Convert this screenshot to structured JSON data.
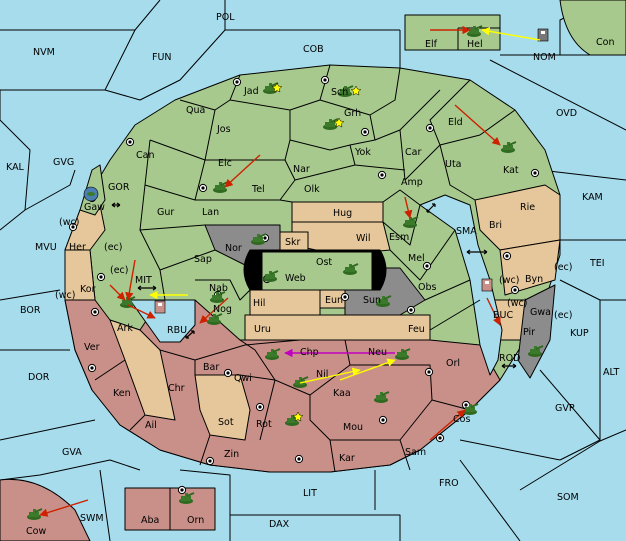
{
  "colors": {
    "sea": "#a6dcec",
    "power_green": "#a7c98e",
    "neutral_tan": "#e6c79b",
    "power_rose": "#c99089",
    "impassable_grey": "#8c8c8c",
    "move_order": "#cc2200",
    "support_order": "#ffff00",
    "convoy_order": "#c000c0",
    "unit_green": "#3b7a2a",
    "unit_blue": "#4a7fb0",
    "unit_grey": "#777777"
  },
  "icons": [
    "fleet-icon",
    "army-icon",
    "supply-center-icon",
    "star-icon",
    "convoy-arrow-icon"
  ],
  "provinces": {
    "pol": "POL",
    "nvm": "NVM",
    "fun": "FUN",
    "cob": "COB",
    "elf": "Elf",
    "hel": "Hel",
    "nom": "NOM",
    "con": "Con",
    "jad": "Jad",
    "sch": "Sch",
    "qua": "Qua",
    "jos": "Jos",
    "grh": "Grh",
    "eld": "Eld",
    "ovd": "OVD",
    "kal": "KAL",
    "gvg": "GVG",
    "can": "Can",
    "yok": "Yok",
    "car": "Car",
    "uta": "Uta",
    "kat": "Kat",
    "elc": "Elc",
    "nar": "Nar",
    "gor": "GOR",
    "tel": "Tel",
    "olk": "Olk",
    "amp": "Amp",
    "kam": "KAM",
    "gaw": "Gaw",
    "gur": "Gur",
    "lan": "Lan",
    "hug": "Hug",
    "rie": "Rie",
    "bri": "Bri",
    "wc1": "(wc)",
    "ec1": "(ec)",
    "mvu": "MVU",
    "her": "Her",
    "nor": "Nor",
    "skr": "Skr",
    "wil": "Wil",
    "esm": "Esm",
    "sma": "SMA",
    "ec2": "(ec)",
    "sap": "Sap",
    "ost": "Ost",
    "web": "Web",
    "mel": "Mel",
    "tei": "TEI",
    "ec3": "(ec)",
    "wc2": "(wc)",
    "byn": "Byn",
    "ec4": "(ec)",
    "wc3": "(wc)",
    "kor": "Kor",
    "mit": "MIT",
    "nab": "Nab",
    "eun": "Eun",
    "sun": "Sun",
    "obs": "Obs",
    "bor": "BOR",
    "hil": "Hil",
    "gwa": "Gwa",
    "kup": "KUP",
    "ec5": "(ec)",
    "buc": "BUC",
    "ark": "Ark",
    "nog": "Nog",
    "rbu": "RBU",
    "pir": "Pir",
    "uru": "Uru",
    "feu": "Feu",
    "ver": "Ver",
    "chp": "Chp",
    "neu": "Neu",
    "rod": "ROD",
    "bar": "Bar",
    "qwi": "Qwi",
    "orl": "Orl",
    "dor": "DOR",
    "nil": "Nil",
    "alt": "ALT",
    "ken": "Ken",
    "chr": "Chr",
    "kaa": "Kaa",
    "gvp": "GVP",
    "ail": "Ail",
    "sot": "Sot",
    "rot": "Rot",
    "mou": "Mou",
    "cos": "Cos",
    "gva": "GVA",
    "zin": "Zin",
    "kar": "Kar",
    "sam": "Sam",
    "fro": "FRO",
    "lit": "LIT",
    "som": "SOM",
    "swm": "SWM",
    "aba": "Aba",
    "orn": "Orn",
    "cow": "Cow",
    "dax": "DAX"
  }
}
